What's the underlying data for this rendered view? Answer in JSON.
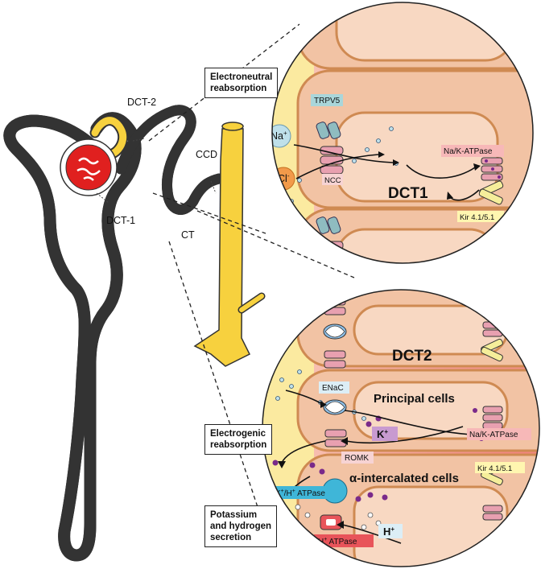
{
  "nephron_labels": {
    "dct2": "DCT-2",
    "ccd": "CCD",
    "dct1": "DCT-1",
    "ct": "CT"
  },
  "callouts": {
    "electroneutral": [
      "Electroneutral",
      "reabsorption"
    ],
    "electrogenic": [
      "Electrogenic",
      "reabsorption"
    ],
    "secretion": [
      "Potassium",
      "and hydrogen",
      "secretion"
    ]
  },
  "dct1_panel": {
    "title": "DCT1",
    "na_ion": "Na",
    "na_sup": "+",
    "cl_ion": "Cl",
    "cl_sup": "-",
    "trpv5": "TRPV5",
    "ncc": "NCC",
    "nak_atpase": "Na/K-ATPase",
    "kir": "Kir 4.1/5.1"
  },
  "dct2_panel": {
    "title": "DCT2",
    "enac": "ENaC",
    "principal_cells": "Principal cells",
    "k_ion": "K",
    "k_sup": "+",
    "nak_atpase": "Na/K-ATPase",
    "romk": "ROMK",
    "kir": "Kir 4.1/5.1",
    "alpha_cells": "α-intercalated cells",
    "kh_atpase_k": "K",
    "kh_atpase_sep": "/H",
    "kh_atpase_rest": " ATPase",
    "h_ion": "H",
    "h_sup": "+",
    "h_atpase_h": "H",
    "h_atpase_rest": " ATPase"
  },
  "colors": {
    "tubule": "#f7d13e",
    "tubule_outline": "#333333",
    "cell_fill": "#f2c3a4",
    "cell_border": "#cf8a52",
    "lumen": "#fbeaa0",
    "interstitium": "#f3a8a0",
    "glomerulus": "#e0201f",
    "na_ion": "#bfe0ea",
    "cl_ion": "#f29a4a",
    "k_ion": "#7a2a8a",
    "nak_label_bg": "#f7b8b8",
    "kir_label_bg": "#fff6b0",
    "trpv5_label_bg": "#a9d6da",
    "kh_atpase_bg": "#3fb6d8",
    "h_atpase_bg": "#e8545a"
  }
}
